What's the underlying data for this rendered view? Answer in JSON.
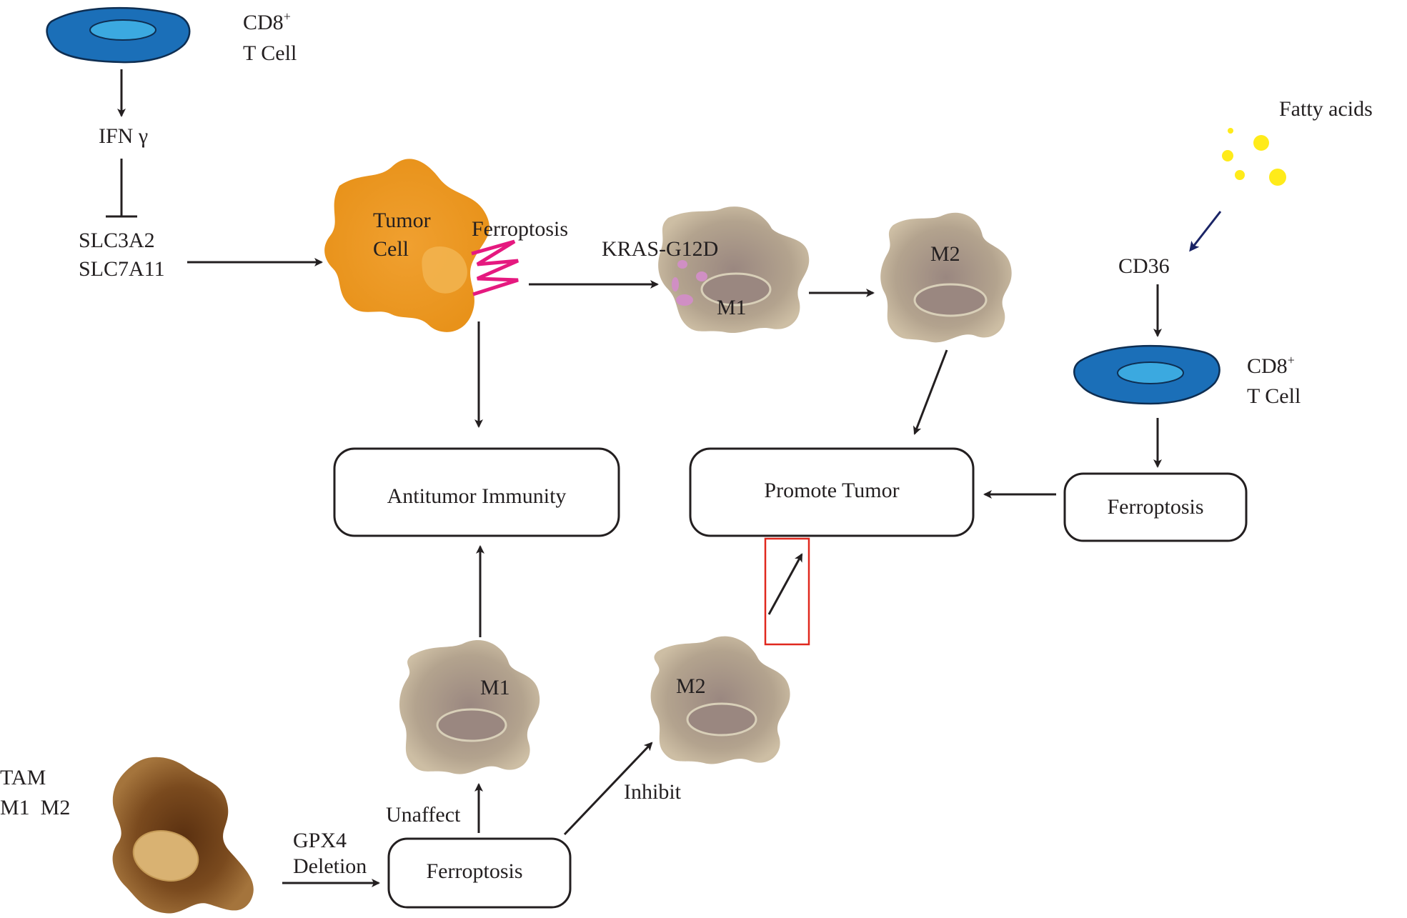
{
  "labels": {
    "cd8_top_line1": "CD8",
    "cd8_top_sup": "+",
    "cd8_top_line2": "T Cell",
    "ifn": "IFN γ",
    "slc3a2": "SLC3A2",
    "slc7a11": "SLC7A11",
    "tumor_line1": "Tumor",
    "tumor_line2": "Cell",
    "ferroptosis_top": "Ferroptosis",
    "kras": "KRAS-G12D",
    "m1_top": "M1",
    "m2_top": "M2",
    "fatty_acids": "Fatty acids",
    "cd36": "CD36",
    "cd8_right_line1": "CD8",
    "cd8_right_sup": "+",
    "cd8_right_line2": "T Cell",
    "m1_bottom": "M1",
    "m2_bottom": "M2",
    "tam_line1": "TAM",
    "tam_line2": "M1  M2",
    "gpx4_line1": "GPX4",
    "gpx4_line2": "Deletion",
    "unaffect": "Unaffect",
    "inhibit": "Inhibit"
  },
  "boxes": {
    "antitumor": "Antitumor Immunity",
    "promote": "Promote Tumor",
    "ferroptosis_right": "Ferroptosis",
    "ferroptosis_bottom": "Ferroptosis"
  },
  "colors": {
    "t_cell_outer": "#1b6fb8",
    "t_cell_inner": "#3ba9e0",
    "tumor_cell": "#e8961e",
    "ferroptosis_zigzag": "#e5197f",
    "macrophage": "#c9b89c",
    "macrophage_center": "#9a8780",
    "tam": "#8a5a2a",
    "tam_nucleus": "#d9b272",
    "fatty_acid_dots": "#ffeb1a",
    "kras_dots": "#d08fc4",
    "highlight_box": "#e0281e",
    "cd36_arrow": "#1a2466",
    "line": "#231f20"
  }
}
